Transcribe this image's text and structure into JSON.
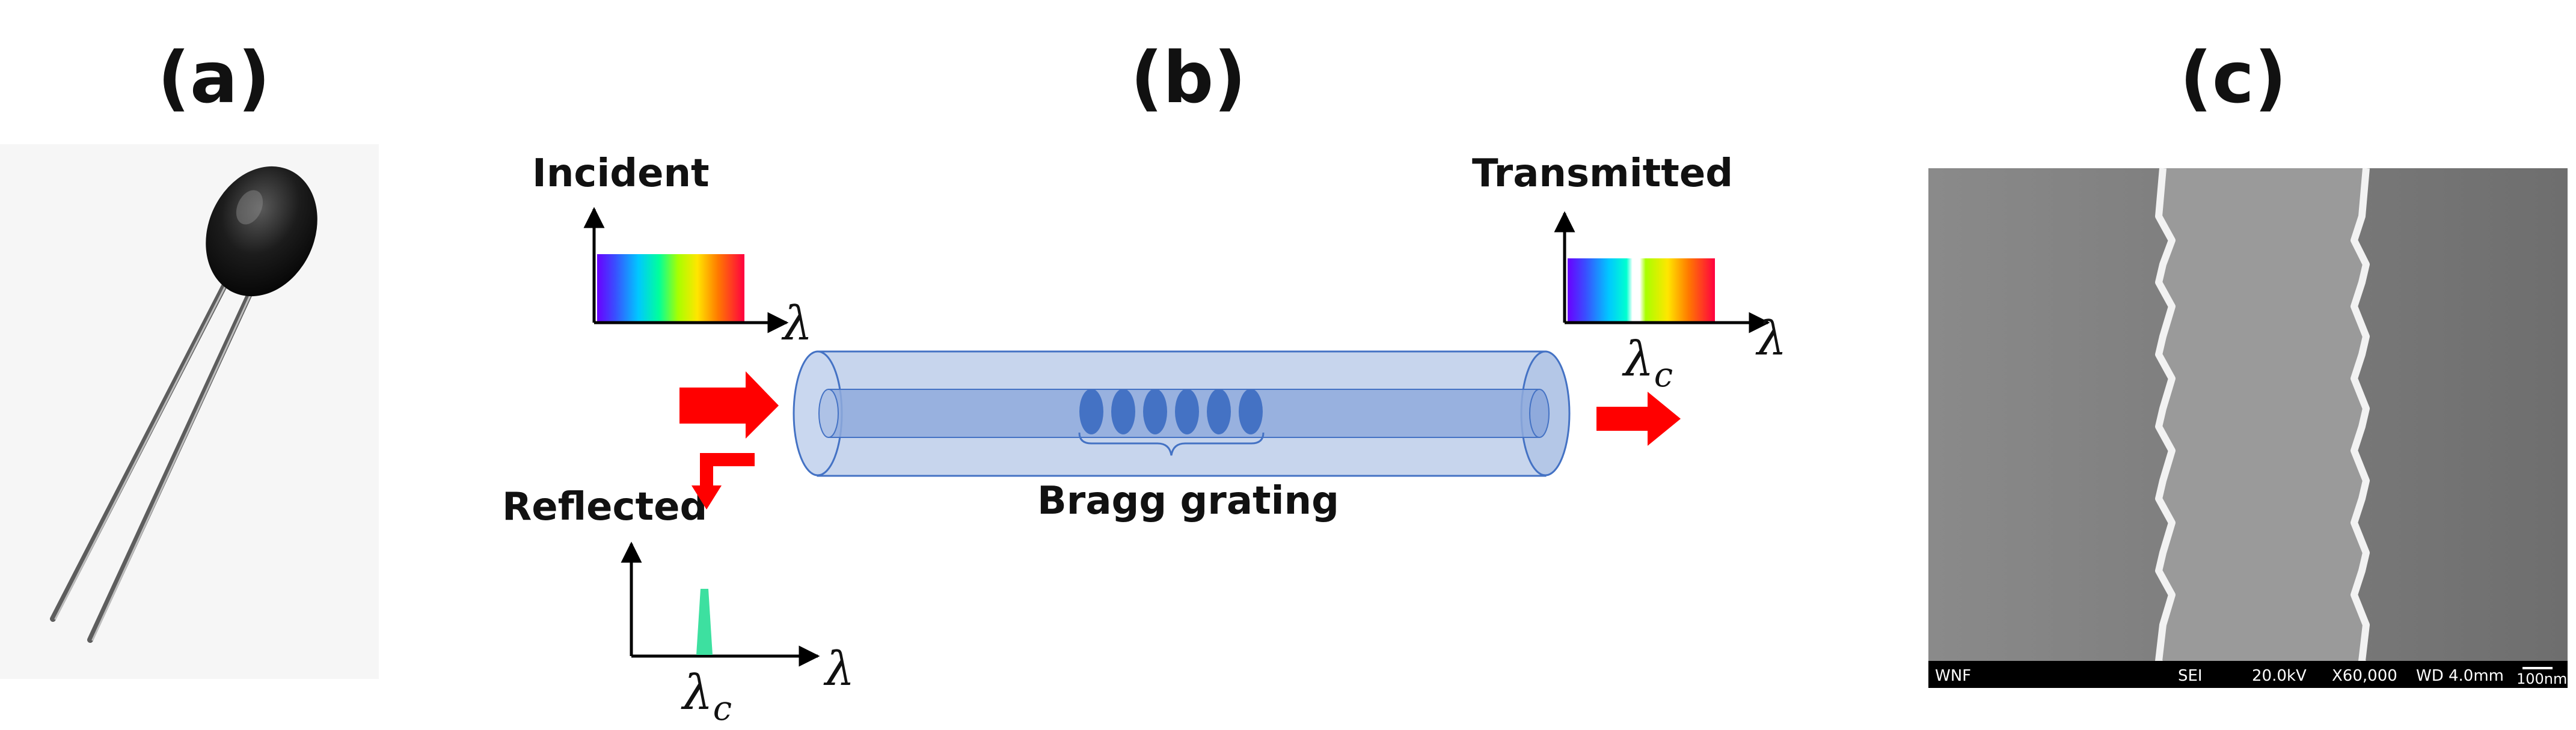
{
  "panels": {
    "a": "(a)",
    "b": "(b)",
    "c": "(c)"
  },
  "spectra": {
    "incident": "Incident",
    "transmitted": "Transmitted",
    "reflected": "Reflected",
    "lambda": "λ",
    "lambda_c": "λ",
    "lambda_c_sub": "c"
  },
  "fiber": {
    "grating_label": "Bragg grating"
  },
  "sem": {
    "left_text": "WNF",
    "mode": "SEI",
    "voltage": "20.0kV",
    "magnification": "X60,000",
    "working_distance": "WD 4.0mm",
    "scale": "100nm"
  },
  "colors": {
    "arrow": "#ff0000",
    "fiber_outer": "#b4c7e7",
    "fiber_core": "#8faadc",
    "fiber_edge": "#4472c4",
    "grating_ellipse": "#4472c4",
    "reflected_peak": "#3de0a0",
    "sem_background": "#7a7a7a"
  }
}
